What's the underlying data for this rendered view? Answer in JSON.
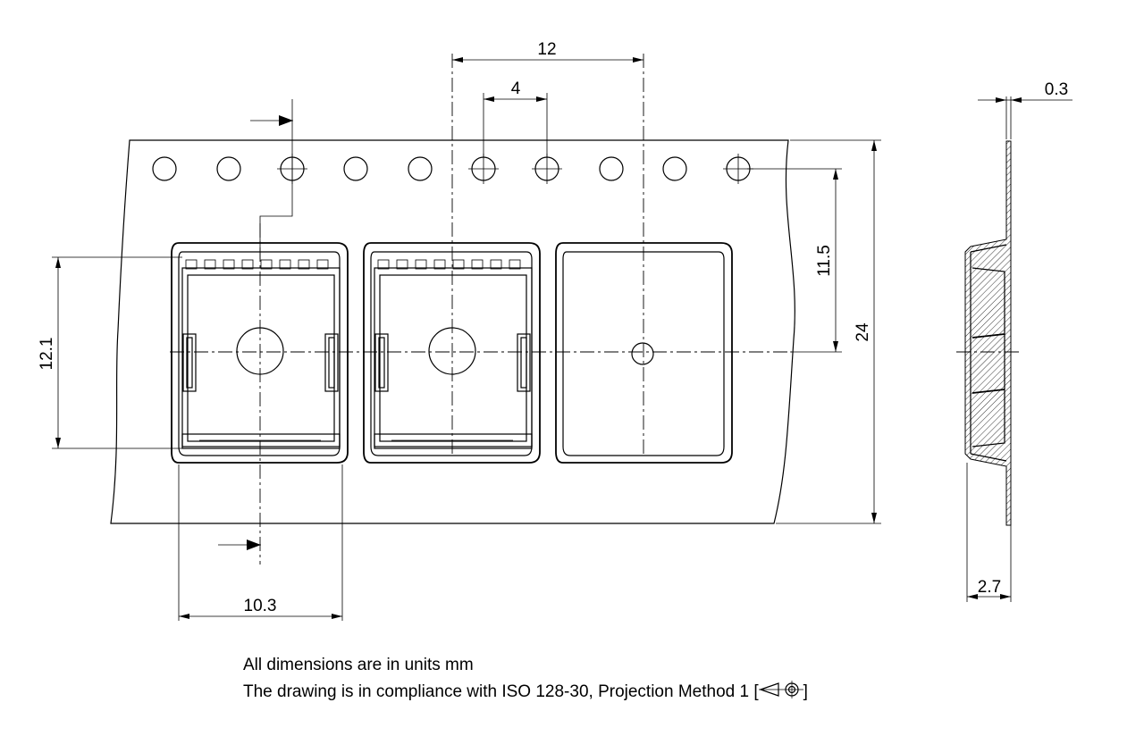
{
  "dimensions": {
    "sprocket_pitch": "4",
    "cavity_pitch": "12",
    "tape_thickness": "0.3",
    "tape_width": "24",
    "hole_to_center": "11.5",
    "pocket_length": "12.1",
    "pocket_width": "10.3",
    "pocket_depth": "2.7"
  },
  "notes": {
    "units": "All dimensions are in units mm",
    "compliance": "The drawing is in compliance with ISO 128-30, Projection Method 1 [",
    "compliance_end": "]"
  },
  "icons": {
    "projection_symbol": "first-angle-projection-icon",
    "feed_arrow": "feed-direction-arrow-icon"
  }
}
